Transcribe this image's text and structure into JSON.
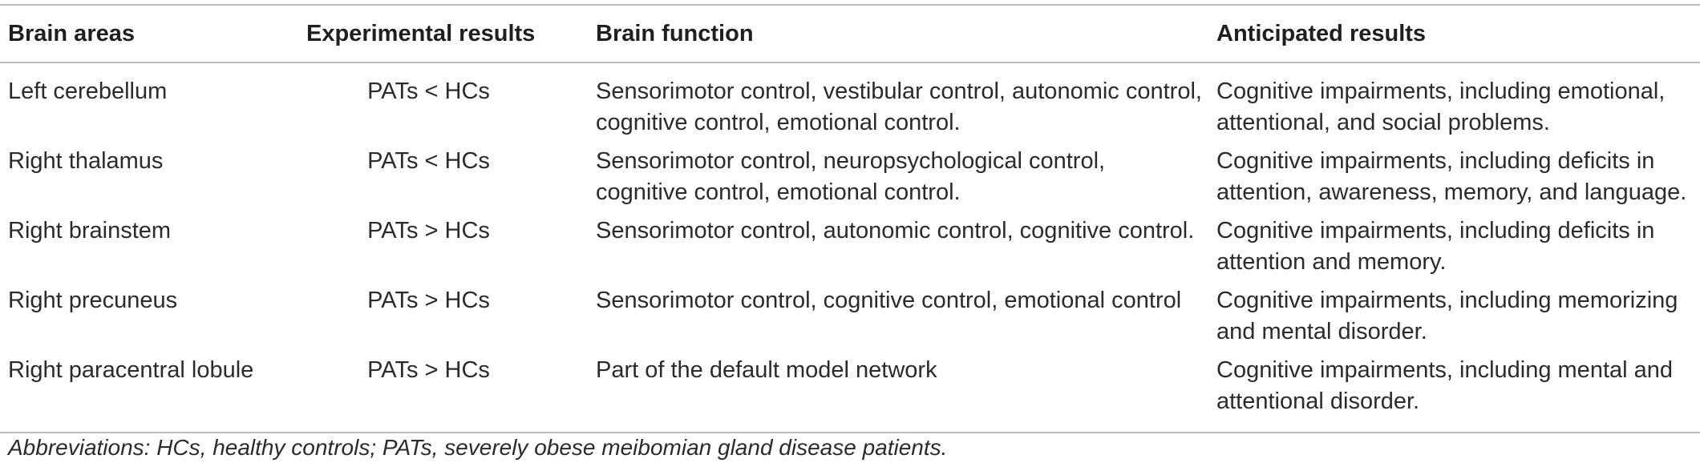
{
  "table": {
    "headers": {
      "brain_areas": "Brain areas",
      "experimental_results": "Experimental results",
      "brain_function": "Brain function",
      "anticipated_results": "Anticipated results"
    },
    "rows": [
      {
        "brain_area": "Left cerebellum",
        "experimental_result": "PATs < HCs",
        "brain_function": "Sensorimotor control, vestibular control, autonomic control, cognitive control, emotional control.",
        "anticipated_result": "Cognitive impairments, including emotional, attentional, and social problems."
      },
      {
        "brain_area": "Right thalamus",
        "experimental_result": "PATs < HCs",
        "brain_function": "Sensorimotor control, neuropsychological control, cognitive control, emotional control.",
        "anticipated_result": "Cognitive impairments, including deficits in attention, awareness, memory, and language."
      },
      {
        "brain_area": "Right brainstem",
        "experimental_result": "PATs > HCs",
        "brain_function": "Sensorimotor control, autonomic control, cognitive control.",
        "anticipated_result": "Cognitive impairments, including deficits in attention and memory."
      },
      {
        "brain_area": "Right precuneus",
        "experimental_result": "PATs > HCs",
        "brain_function": "Sensorimotor control, cognitive control, emotional control",
        "anticipated_result": "Cognitive impairments, including memorizing and mental disorder."
      },
      {
        "brain_area": "Right paracentral lobule",
        "experimental_result": "PATs > HCs",
        "brain_function": "Part of the default model network",
        "anticipated_result": "Cognitive impairments, including mental and attentional disorder."
      }
    ]
  },
  "footnote": "Abbreviations: HCs, healthy controls; PATs, severely obese meibomian gland disease patients."
}
